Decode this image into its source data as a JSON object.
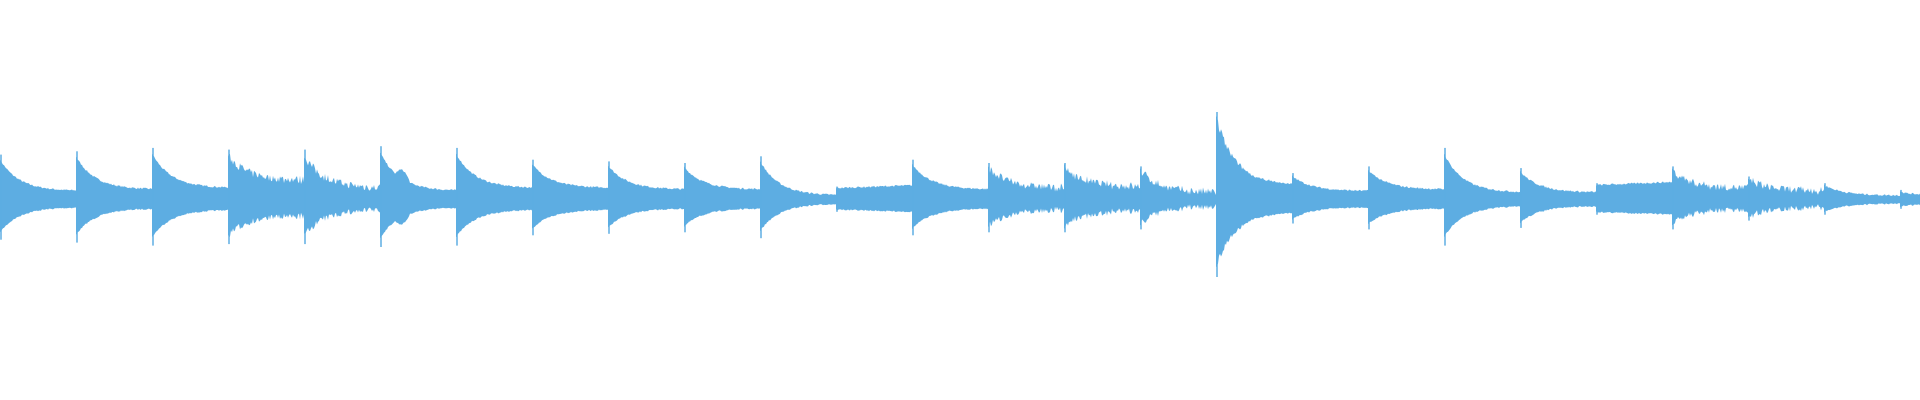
{
  "waveform": {
    "color": "#5dade2",
    "segments": [
      {
        "type": "pluck",
        "peak": 0.27,
        "tail": 0.06
      },
      {
        "type": "pluck",
        "peak": 0.29,
        "tail": 0.07
      },
      {
        "type": "pluck",
        "peak": 0.31,
        "tail": 0.08
      },
      {
        "type": "strum",
        "peak": 0.3,
        "tail": 0.13
      },
      {
        "type": "strum",
        "peak": 0.3,
        "tail": 0.08
      },
      {
        "type": "double",
        "peak": 0.32,
        "tail": 0.06
      },
      {
        "type": "pluck",
        "peak": 0.31,
        "tail": 0.08
      },
      {
        "type": "pluck",
        "peak": 0.24,
        "tail": 0.08
      },
      {
        "type": "pluck",
        "peak": 0.23,
        "tail": 0.07
      },
      {
        "type": "pluck",
        "peak": 0.22,
        "tail": 0.07
      },
      {
        "type": "pluck",
        "peak": 0.26,
        "tail": 0.03
      },
      {
        "type": "sustain",
        "peak": 0.08,
        "tail": 0.05
      },
      {
        "type": "pluck",
        "peak": 0.24,
        "tail": 0.07
      },
      {
        "type": "strum",
        "peak": 0.22,
        "tail": 0.08
      },
      {
        "type": "strum",
        "peak": 0.22,
        "tail": 0.09
      },
      {
        "type": "strum",
        "peak": 0.2,
        "tail": 0.05
      },
      {
        "type": "spike",
        "peak": 0.55,
        "tail": 0.1
      },
      {
        "type": "pluck",
        "peak": 0.16,
        "tail": 0.06
      },
      {
        "type": "pluck",
        "peak": 0.2,
        "tail": 0.07
      },
      {
        "type": "pluck",
        "peak": 0.31,
        "tail": 0.05
      },
      {
        "type": "pluck",
        "peak": 0.19,
        "tail": 0.05
      },
      {
        "type": "sustain",
        "peak": 0.1,
        "tail": 0.06
      },
      {
        "type": "strum",
        "peak": 0.2,
        "tail": 0.08
      },
      {
        "type": "strum",
        "peak": 0.14,
        "tail": 0.06
      },
      {
        "type": "pluck",
        "peak": 0.1,
        "tail": 0.03
      },
      {
        "type": "pluck",
        "peak": 0.06,
        "tail": 0.04
      }
    ]
  }
}
